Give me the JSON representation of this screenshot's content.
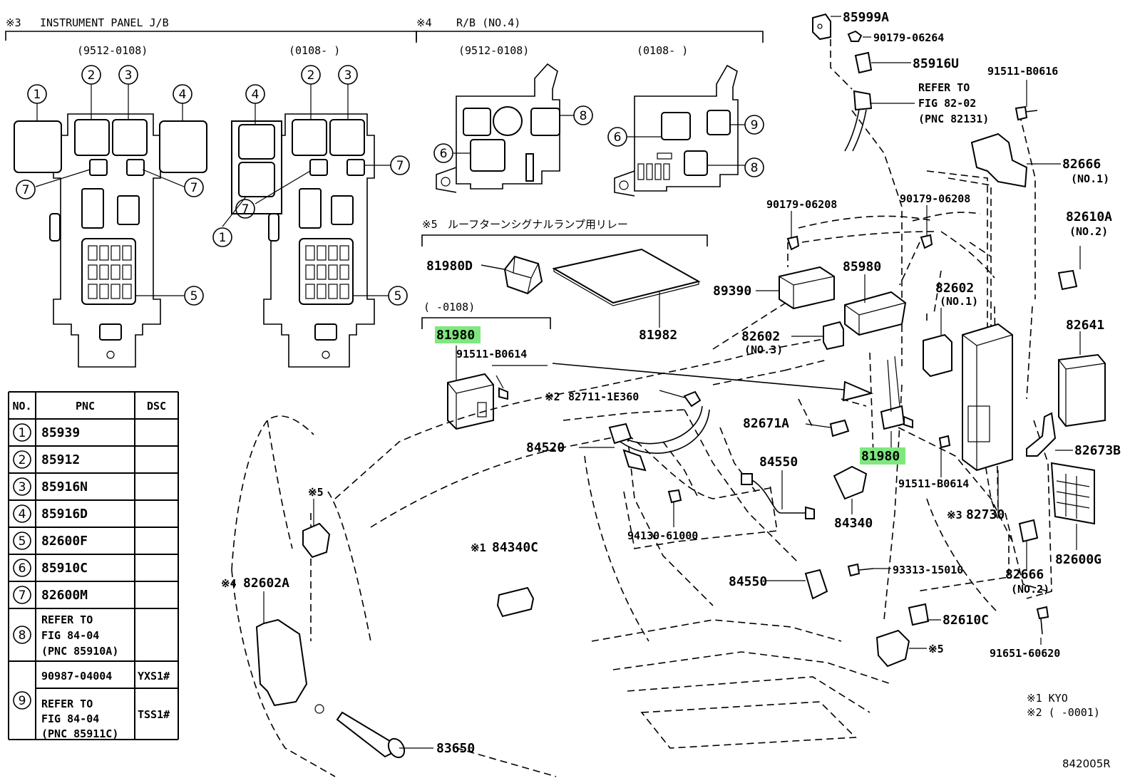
{
  "sections": {
    "s3": {
      "mark": "※3",
      "title": "INSTRUMENT PANEL J/B",
      "sub_left": "(9512-0108)",
      "sub_right": "(0108-      )"
    },
    "s4": {
      "mark": "※4",
      "title": "R/B (NO.4)",
      "sub_left": "(9512-0108)",
      "sub_right": "(0108-      )"
    },
    "s5": {
      "mark": "※5",
      "title": "ルーフターンシグナルランプ用リレー"
    },
    "s5b": {
      "sub": "(      -0108)"
    }
  },
  "circles": [
    "1",
    "2",
    "3",
    "4",
    "5",
    "6",
    "7",
    "8",
    "9"
  ],
  "parts": {
    "p85999A": "85999A",
    "p90179_06264": "90179-06264",
    "p85916U": "85916U",
    "refer1_l1": "REFER TO",
    "refer1_l2": "FIG 82-02",
    "refer1_l3": "(PNC 82131)",
    "p91511_B0616": "91511-B0616",
    "p82666_1": "82666",
    "p82666_1_sub": "(NO.1)",
    "p90179_06208a": "90179-06208",
    "p90179_06208b": "90179-06208",
    "p82610A": "82610A",
    "p82610A_sub": "(NO.2)",
    "p81980D": "81980D",
    "p89390": "89390",
    "p85980": "85980",
    "p82602_1": "82602",
    "p82602_1_sub": "(NO.1)",
    "p81982": "81982",
    "p82602_3": "82602",
    "p82602_3_sub": "(NO.3)",
    "p82641": "82641",
    "p81980_a": "81980",
    "p91511_B0614a": "91511-B0614",
    "p82711_mark": "※2",
    "p82711": "82711-1E360",
    "p82671A": "82671A",
    "p84520": "84520",
    "p84550a": "84550",
    "p81980_b": "81980",
    "p82673B": "82673B",
    "p91511_B0614b": "91511-B0614",
    "p5mark_a": "※5",
    "p84340C_mark": "※1",
    "p84340C": "84340C",
    "p94130_61000": "94130-61000",
    "p84340": "84340",
    "p82730_mark": "※3",
    "p82730": "82730",
    "p82600G": "82600G",
    "p82602A_mark": "※4",
    "p82602A": "82602A",
    "p93313_15010": "93313-15010",
    "p84550b": "84550",
    "p82666_2": "82666",
    "p82666_2_sub": "(NO.2)",
    "p82610C": "82610C",
    "p5mark_b": "※5",
    "p91651_60620": "91651-60620",
    "p83650": "83650",
    "note1": "※1 KYO",
    "note2": "※2 (      -0001)",
    "fig_id": "842005R"
  },
  "table": {
    "headers": [
      "NO.",
      "PNC",
      "DSC"
    ],
    "rows": [
      {
        "no": "1",
        "pnc": [
          "85939"
        ],
        "dsc": [
          ""
        ]
      },
      {
        "no": "2",
        "pnc": [
          "85912"
        ],
        "dsc": [
          ""
        ]
      },
      {
        "no": "3",
        "pnc": [
          "85916N"
        ],
        "dsc": [
          ""
        ]
      },
      {
        "no": "4",
        "pnc": [
          "85916D"
        ],
        "dsc": [
          ""
        ]
      },
      {
        "no": "5",
        "pnc": [
          "82600F"
        ],
        "dsc": [
          ""
        ]
      },
      {
        "no": "6",
        "pnc": [
          "85910C"
        ],
        "dsc": [
          ""
        ]
      },
      {
        "no": "7",
        "pnc": [
          "82600M"
        ],
        "dsc": [
          ""
        ]
      },
      {
        "no": "8",
        "pnc": [
          "REFER TO",
          "FIG 84-04",
          "(PNC 85910A)"
        ],
        "dsc": [
          ""
        ]
      },
      {
        "no": "9",
        "pnc": [
          "90987-04004",
          "REFER TO",
          "FIG 84-04",
          "(PNC 85911C)"
        ],
        "dsc": [
          "YXS1#",
          "TSS1#"
        ]
      }
    ]
  },
  "colors": {
    "highlight": "#7ee87e",
    "ink": "#000000",
    "paper": "#ffffff"
  }
}
